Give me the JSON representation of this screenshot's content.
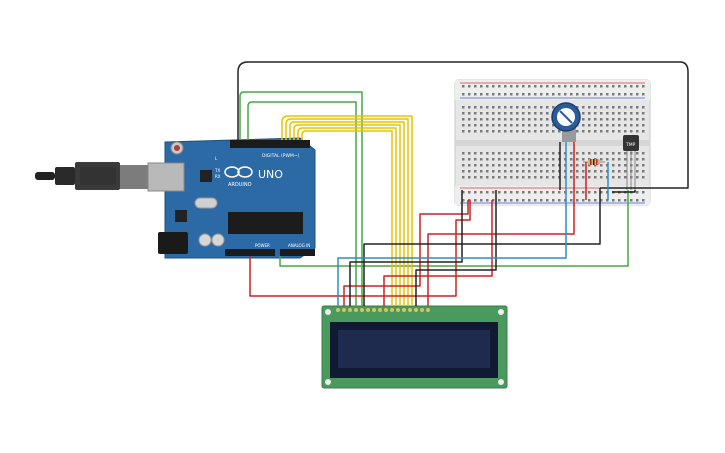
{
  "arduino": {
    "brand": "ARDUINO",
    "model": "UNO",
    "digital_header": "DIGITAL (PWM~)",
    "power_header": "POWER",
    "analog_header": "ANALOG IN",
    "led_tx": "TX",
    "led_rx": "RX",
    "led_l": "L"
  },
  "sensor": {
    "label": "TMP"
  },
  "colors": {
    "board": "#2c6aa6",
    "breadboard": "#e4e4e4",
    "lcd_pcb": "#4a9a5e",
    "lcd_screen": "#1e2a4e",
    "wire_black": "#222222",
    "wire_red": "#cc2222",
    "wire_green": "#44aa44",
    "wire_yellow": "#e8c400",
    "wire_blue": "#2a8fc8"
  }
}
